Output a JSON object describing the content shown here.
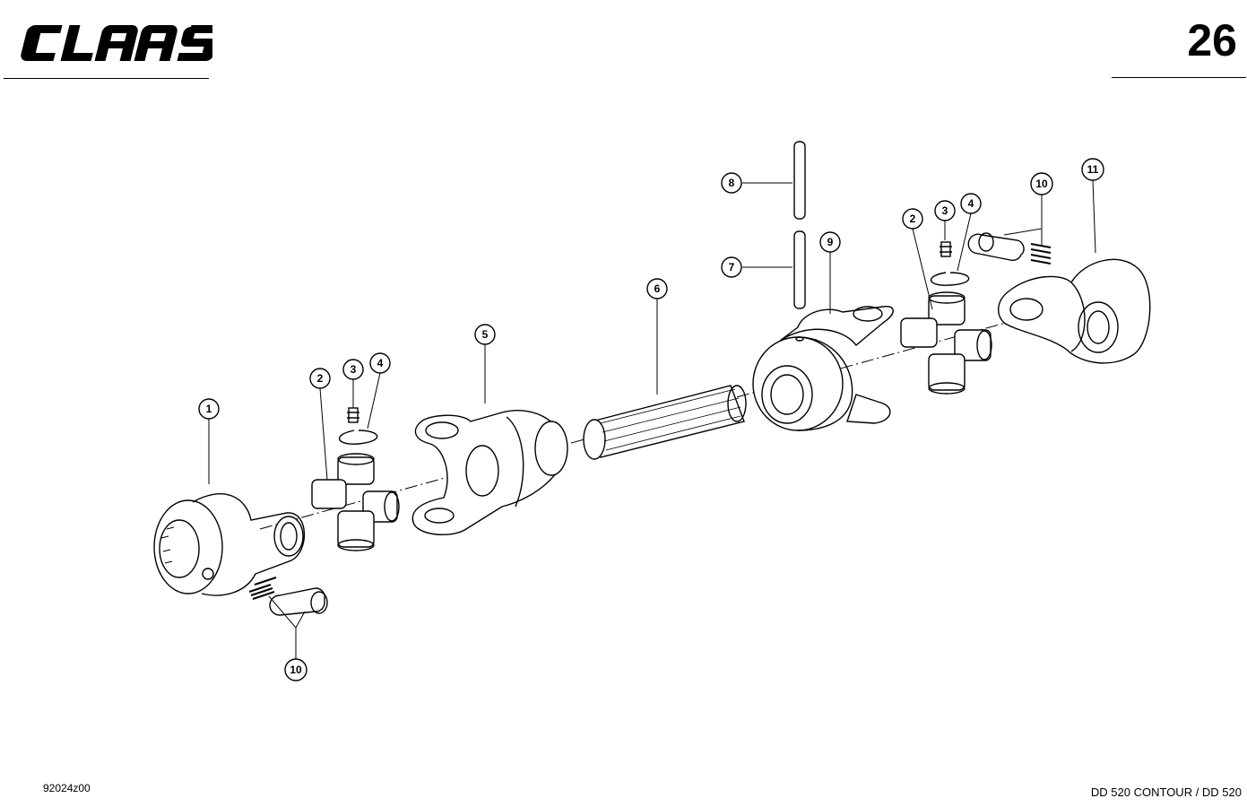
{
  "header": {
    "brand": "CLAAS",
    "page_number": "26"
  },
  "footer": {
    "drawing_number": "92024z00",
    "model": "DD 520 CONTOUR / DD 520"
  },
  "callouts": [
    {
      "id": "c1",
      "label": "1"
    },
    {
      "id": "c2a",
      "label": "2"
    },
    {
      "id": "c3a",
      "label": "3"
    },
    {
      "id": "c4a",
      "label": "4"
    },
    {
      "id": "c5",
      "label": "5"
    },
    {
      "id": "c6",
      "label": "6"
    },
    {
      "id": "c7",
      "label": "7"
    },
    {
      "id": "c8",
      "label": "8"
    },
    {
      "id": "c9",
      "label": "9"
    },
    {
      "id": "c2b",
      "label": "2"
    },
    {
      "id": "c3b",
      "label": "3"
    },
    {
      "id": "c4b",
      "label": "4"
    },
    {
      "id": "c10a",
      "label": "10"
    },
    {
      "id": "c11",
      "label": "11"
    },
    {
      "id": "c10b",
      "label": "10"
    }
  ]
}
